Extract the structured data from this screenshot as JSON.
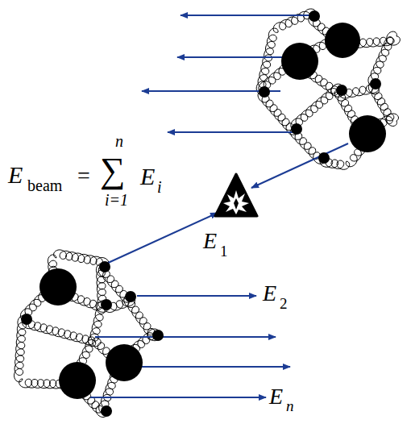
{
  "diagram": {
    "labels": [
      "E",
      "beam",
      "=",
      "n",
      "∑",
      "i=1",
      "E",
      "i",
      "E",
      "1",
      "E",
      "2",
      "E",
      "n"
    ]
  }
}
